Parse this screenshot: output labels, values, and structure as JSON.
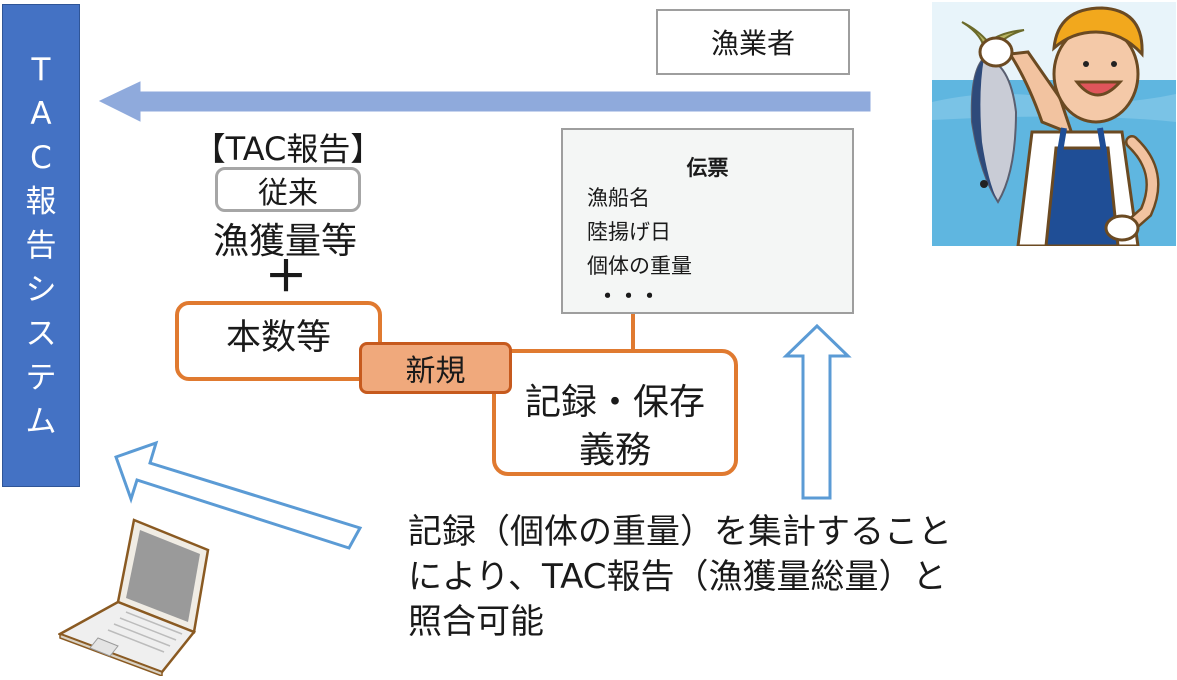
{
  "system_box": {
    "label": "TAC報告システム",
    "chars": [
      "T",
      "A",
      "C",
      "報",
      "告",
      "シ",
      "ス",
      "テ",
      "ム"
    ],
    "bg_color": "#4472c4"
  },
  "fisher": {
    "label": "漁業者",
    "illustration": "fisherman-holding-fish-icon"
  },
  "slip": {
    "title": "伝票",
    "items": [
      "漁船名",
      "陸揚げ日",
      "個体の重量",
      "・・・"
    ]
  },
  "tac_report": {
    "heading": "【TAC報告】",
    "conventional_label": "従来",
    "conventional_item": "漁獲量等",
    "plus": "＋",
    "new_item": "本数等",
    "new_badge": "新規"
  },
  "duty": {
    "line1": "記録・保存",
    "line2": "義務"
  },
  "note": {
    "lines": [
      "記録（個体の重量）を集計すること",
      "により、TAC報告（漁獲量総量）と",
      "照合可能"
    ]
  },
  "icons": {
    "laptop": "laptop-icon",
    "arrow_report": "arrow-left-icon",
    "arrow_laptop": "arrow-up-left-outline-icon",
    "arrow_up": "arrow-up-outline-icon"
  },
  "colors": {
    "system_blue": "#4472c4",
    "arrow_fill": "#8faadc",
    "outline_arrow": "#5b9bd5",
    "orange": "#e07a30",
    "badge_fill": "#f0a97c",
    "gray_border": "#9e9e9e"
  }
}
